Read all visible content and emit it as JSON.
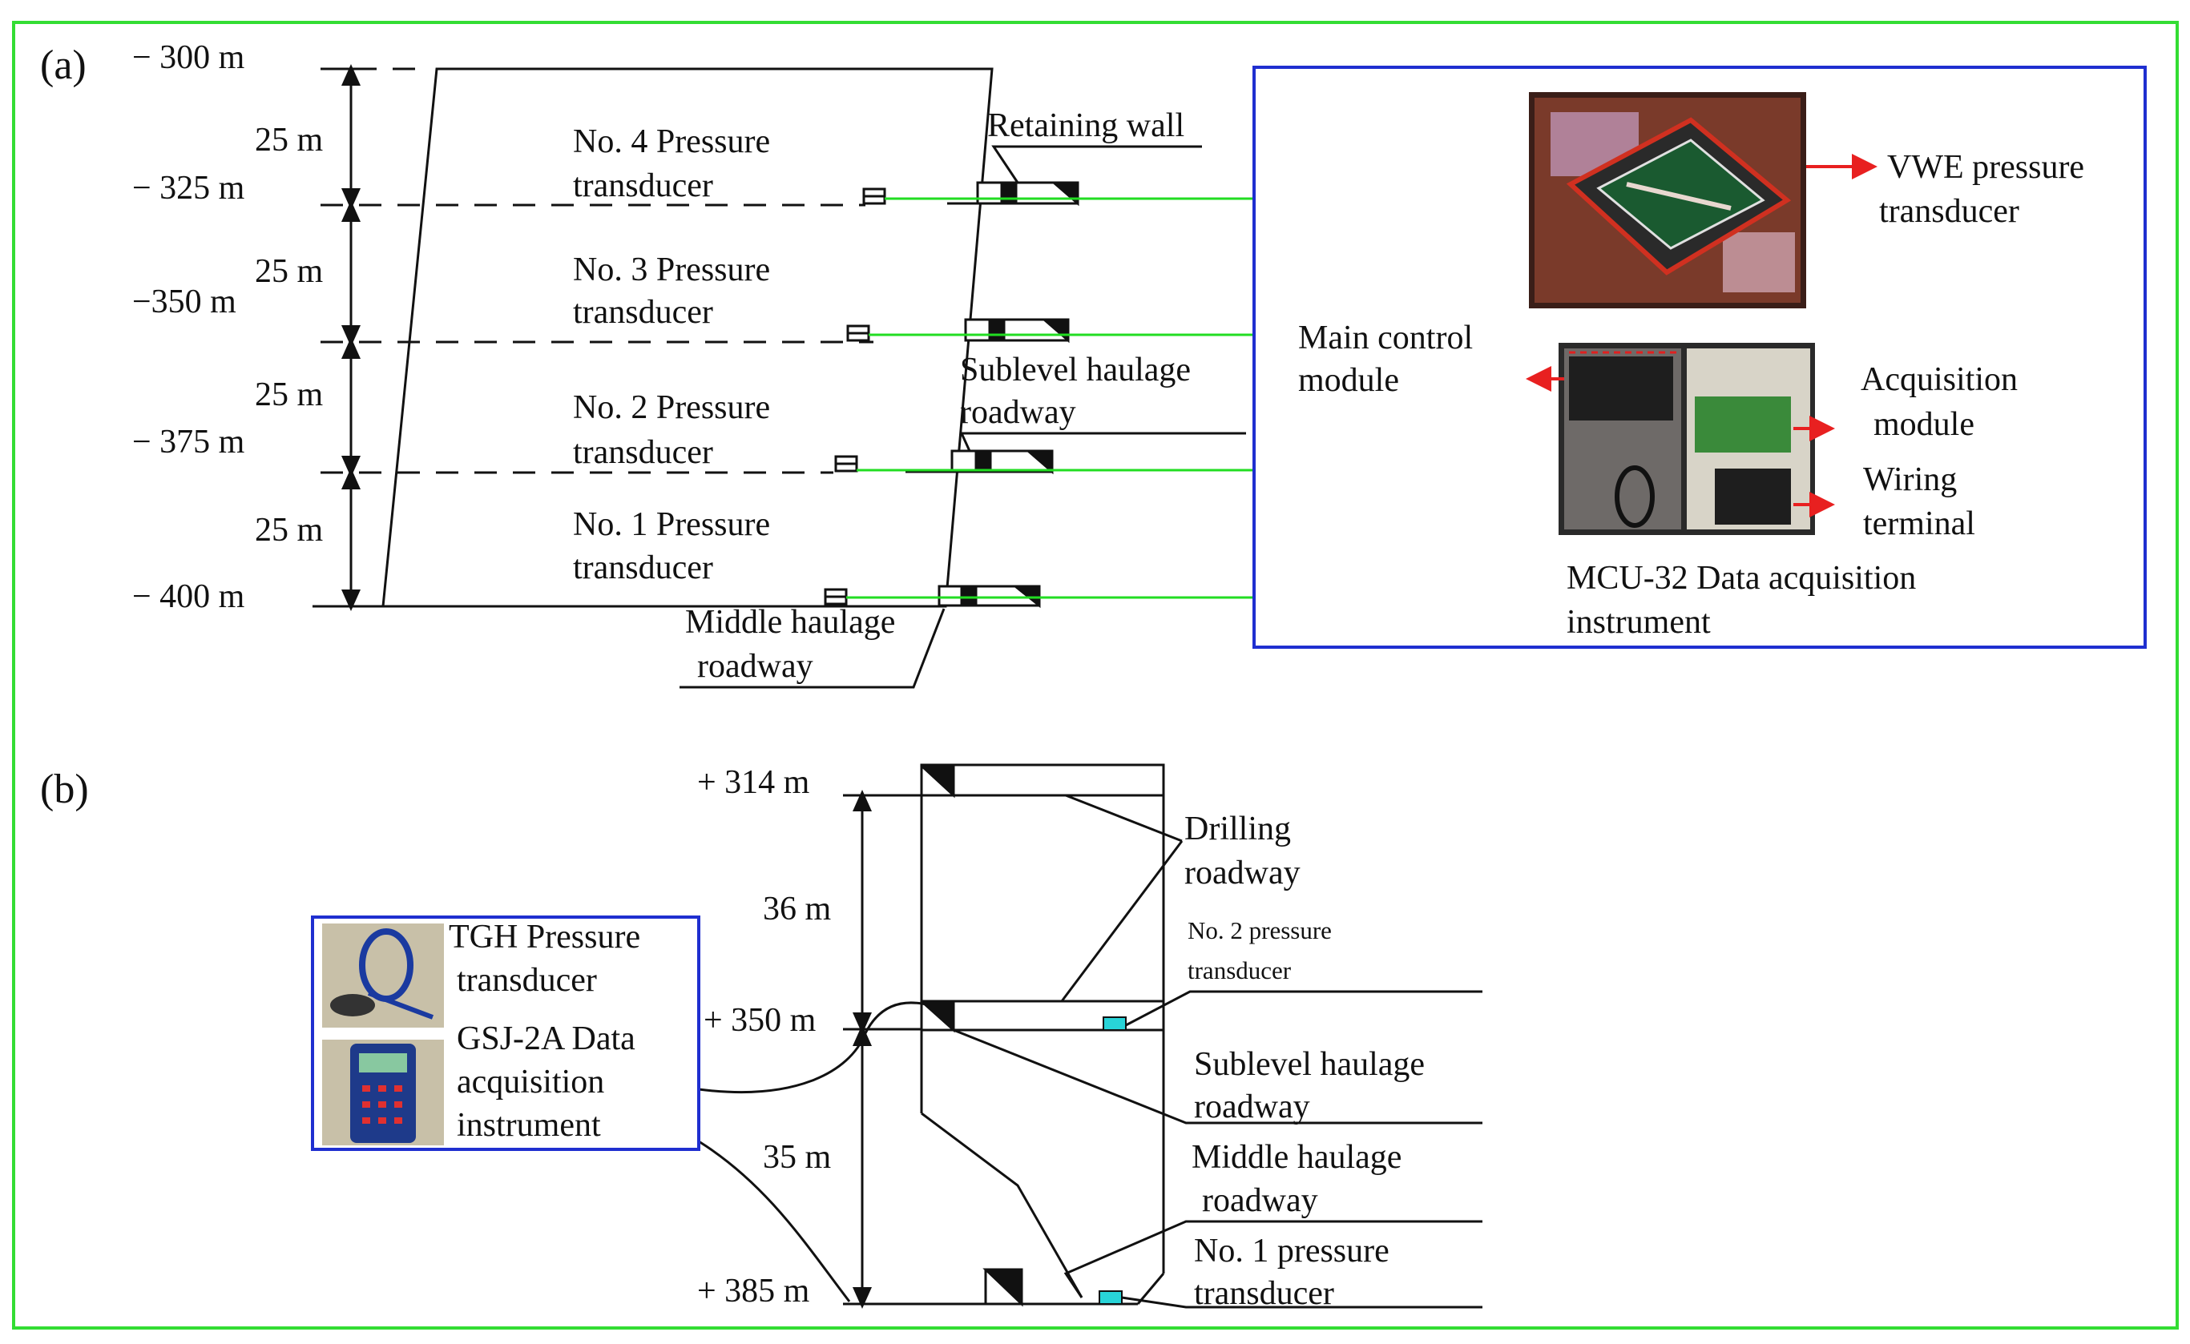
{
  "colors": {
    "outer_frame": "#33dd33",
    "instrument_box": "#1f2fd0",
    "cable": "#22dd22",
    "arrow": "#e82020",
    "sensor": "#28d4d8"
  },
  "panel_a": {
    "label": "(a)",
    "levels": [
      "− 300 m",
      "− 325 m",
      "−350 m",
      "− 375 m",
      "− 400 m"
    ],
    "spacings": [
      "25 m",
      "25 m",
      "25 m",
      "25 m"
    ],
    "transducers": [
      {
        "line1": "No. 4 Pressure",
        "line2": "transducer"
      },
      {
        "line1": "No. 3 Pressure",
        "line2": "transducer"
      },
      {
        "line1": "No. 2 Pressure",
        "line2": "transducer"
      },
      {
        "line1": "No. 1 Pressure",
        "line2": "transducer"
      }
    ],
    "retaining_wall": "Retaining wall",
    "sublevel": {
      "line1": "Sublevel haulage",
      "line2": "roadway"
    },
    "middle": {
      "line1": "Middle haulage",
      "line2": "roadway"
    },
    "instrument": {
      "vwe": {
        "line1": "VWE pressure",
        "line2": "transducer"
      },
      "main_control": {
        "line1": "Main control",
        "line2": "module"
      },
      "acquisition": {
        "line1": "Acquisition",
        "line2": "module"
      },
      "wiring": {
        "line1": "Wiring",
        "line2": "terminal"
      },
      "mcu": {
        "line1": "MCU-32 Data acquisition",
        "line2": "instrument"
      }
    }
  },
  "panel_b": {
    "label": "(b)",
    "levels": [
      "+ 314 m",
      "+ 350 m",
      "+ 385 m"
    ],
    "spacings": [
      "36 m",
      "35 m"
    ],
    "drilling": {
      "line1": "Drilling",
      "line2": "roadway"
    },
    "no2": {
      "line1": "No. 2 pressure",
      "line2": "transducer"
    },
    "sublevel": {
      "line1": "Sublevel haulage",
      "line2": "roadway"
    },
    "middle": {
      "line1": "Middle haulage",
      "line2": "roadway"
    },
    "no1": {
      "line1": "No. 1 pressure",
      "line2": "transducer"
    },
    "tgh": {
      "line1": "TGH Pressure",
      "line2": "transducer"
    },
    "gsj": {
      "line1": "GSJ-2A Data",
      "line2": "acquisition",
      "line3": "instrument"
    }
  }
}
